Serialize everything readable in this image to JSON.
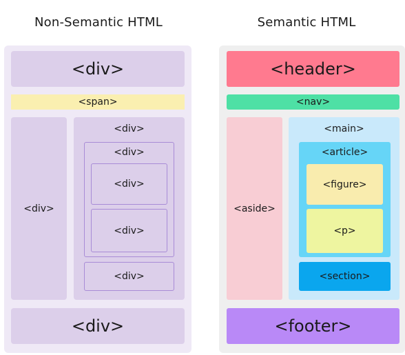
{
  "left": {
    "title": "Non-Semantic HTML",
    "top_div": "<div>",
    "span": "<span>",
    "side_div": "<div>",
    "content_div": "<div>",
    "inner_div": "<div>",
    "nested_div_1": "<div>",
    "nested_div_2": "<div>",
    "lower_div": "<div>",
    "bottom_div": "<div>"
  },
  "right": {
    "title": "Semantic HTML",
    "header": "<header>",
    "nav": "<nav>",
    "aside": "<aside>",
    "main": "<main>",
    "article": "<article>",
    "figure": "<figure>",
    "p": "<p>",
    "section": "<section>",
    "footer": "<footer>"
  },
  "colors": {
    "header": "#ff7a8f",
    "nav": "#4ee0a5",
    "aside": "#f8cdd4",
    "main": "#c9e9fb",
    "article": "#66d5f7",
    "figure": "#f9ecae",
    "p": "#eef5a0",
    "section": "#0aa6ee",
    "footer": "#b989f7",
    "div": "#dccfea",
    "span": "#faefb0"
  }
}
